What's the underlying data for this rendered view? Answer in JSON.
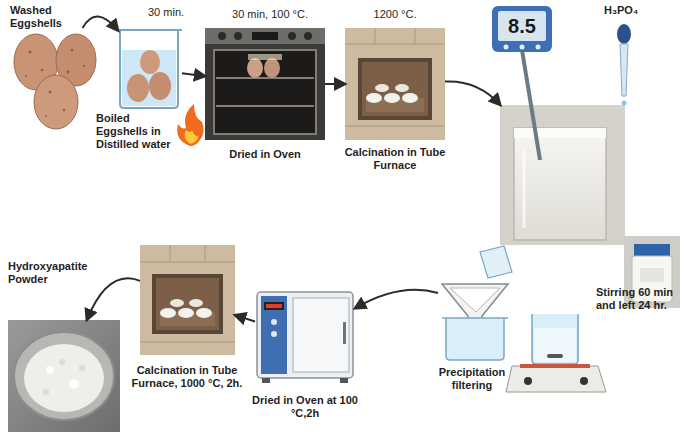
{
  "diagram": {
    "nodes": [
      {
        "text": [
          "Washed Eggshells"
        ]
      },
      {
        "text": [
          "30 min.",
          "Boiled Eggshells in Distilled water"
        ]
      },
      {
        "text": [
          "30 min, 100 °C.",
          "Dried in Oven"
        ]
      },
      {
        "text": [
          "1200 °C.",
          "Calcination in Tube Furnace"
        ]
      },
      {
        "text": [
          "8.5",
          "H₃PO₄"
        ]
      },
      {
        "text": [
          "Stirring 60 min and left 24 hr."
        ]
      },
      {
        "text": [
          "Precipitation filtering"
        ]
      },
      {
        "text": [
          "Dried in Oven at 100 °C,2h"
        ]
      },
      {
        "text": [
          "Calcination in Tube Furnace, 1000 °C, 2h."
        ]
      },
      {
        "text": [
          "Hydroxyapatite Powder"
        ]
      }
    ],
    "edges": [
      {
        "from": 0,
        "to": 1,
        "arrow": "to"
      },
      {
        "from": 1,
        "to": 2,
        "arrow": "to"
      },
      {
        "from": 2,
        "to": 3,
        "arrow": "to"
      },
      {
        "from": 3,
        "to": 4,
        "arrow": "to"
      },
      {
        "from": 6,
        "to": 7,
        "arrow": "to"
      },
      {
        "from": 7,
        "to": 8,
        "arrow": "to"
      },
      {
        "from": 8,
        "to": 9,
        "arrow": "to"
      }
    ]
  }
}
